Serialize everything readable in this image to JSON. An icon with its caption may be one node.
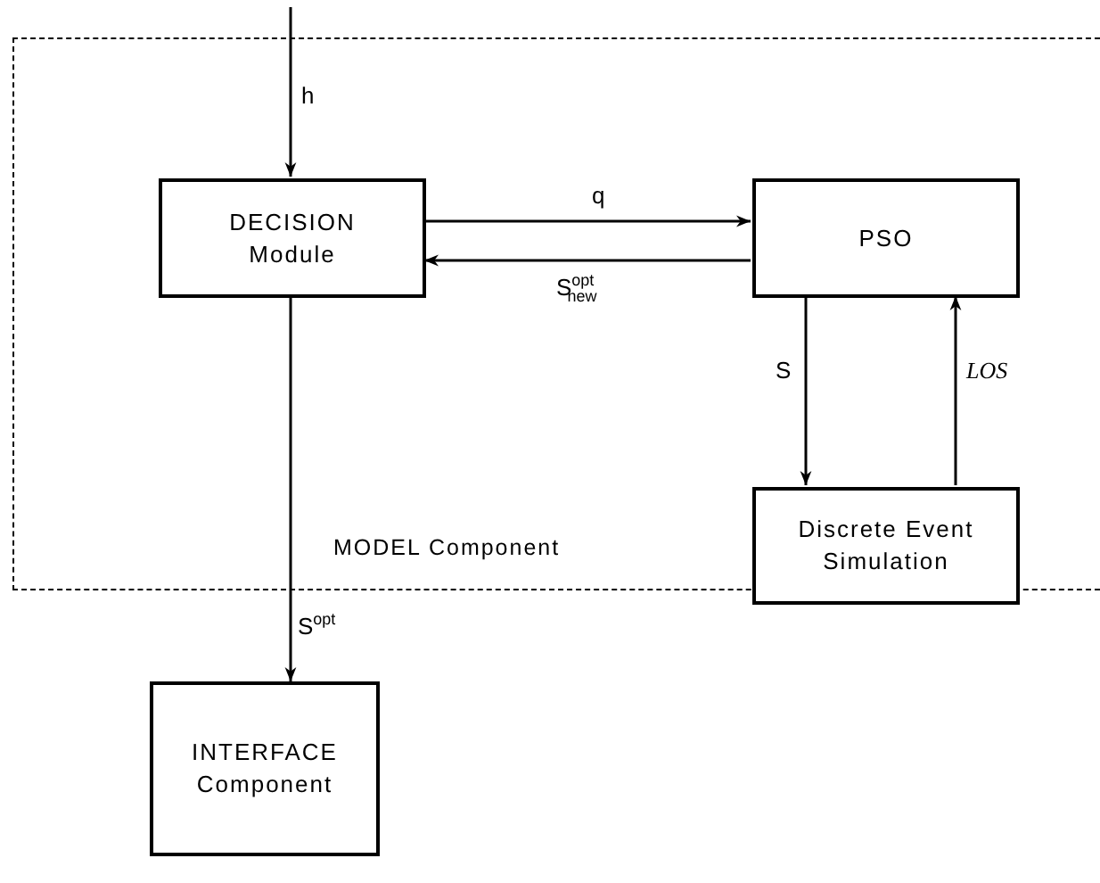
{
  "diagram": {
    "nodes": [
      {
        "text": [
          "MODEL Component"
        ]
      },
      {
        "text": [
          "DECISION Module"
        ],
        "in": 0
      },
      {
        "text": [
          "PSO"
        ],
        "in": 0
      },
      {
        "text": [
          "Discrete Event Simulation"
        ],
        "in": 0
      },
      {
        "text": [
          "INTERFACE Component"
        ]
      }
    ],
    "edges": [
      {
        "from": null,
        "to": 1,
        "arrow": "to",
        "label": "h"
      },
      {
        "from": 1,
        "to": 2,
        "arrow": "to",
        "label": "q"
      },
      {
        "from": 2,
        "to": 1,
        "arrow": "to",
        "label": "S$^{opt}$$_{new}$"
      },
      {
        "from": 2,
        "to": 3,
        "arrow": "to",
        "label": "S"
      },
      {
        "from": 3,
        "to": 2,
        "arrow": "to",
        "label": "LOS"
      },
      {
        "from": 1,
        "to": 4,
        "arrow": "to",
        "label": "S$^{opt}$"
      }
    ]
  }
}
